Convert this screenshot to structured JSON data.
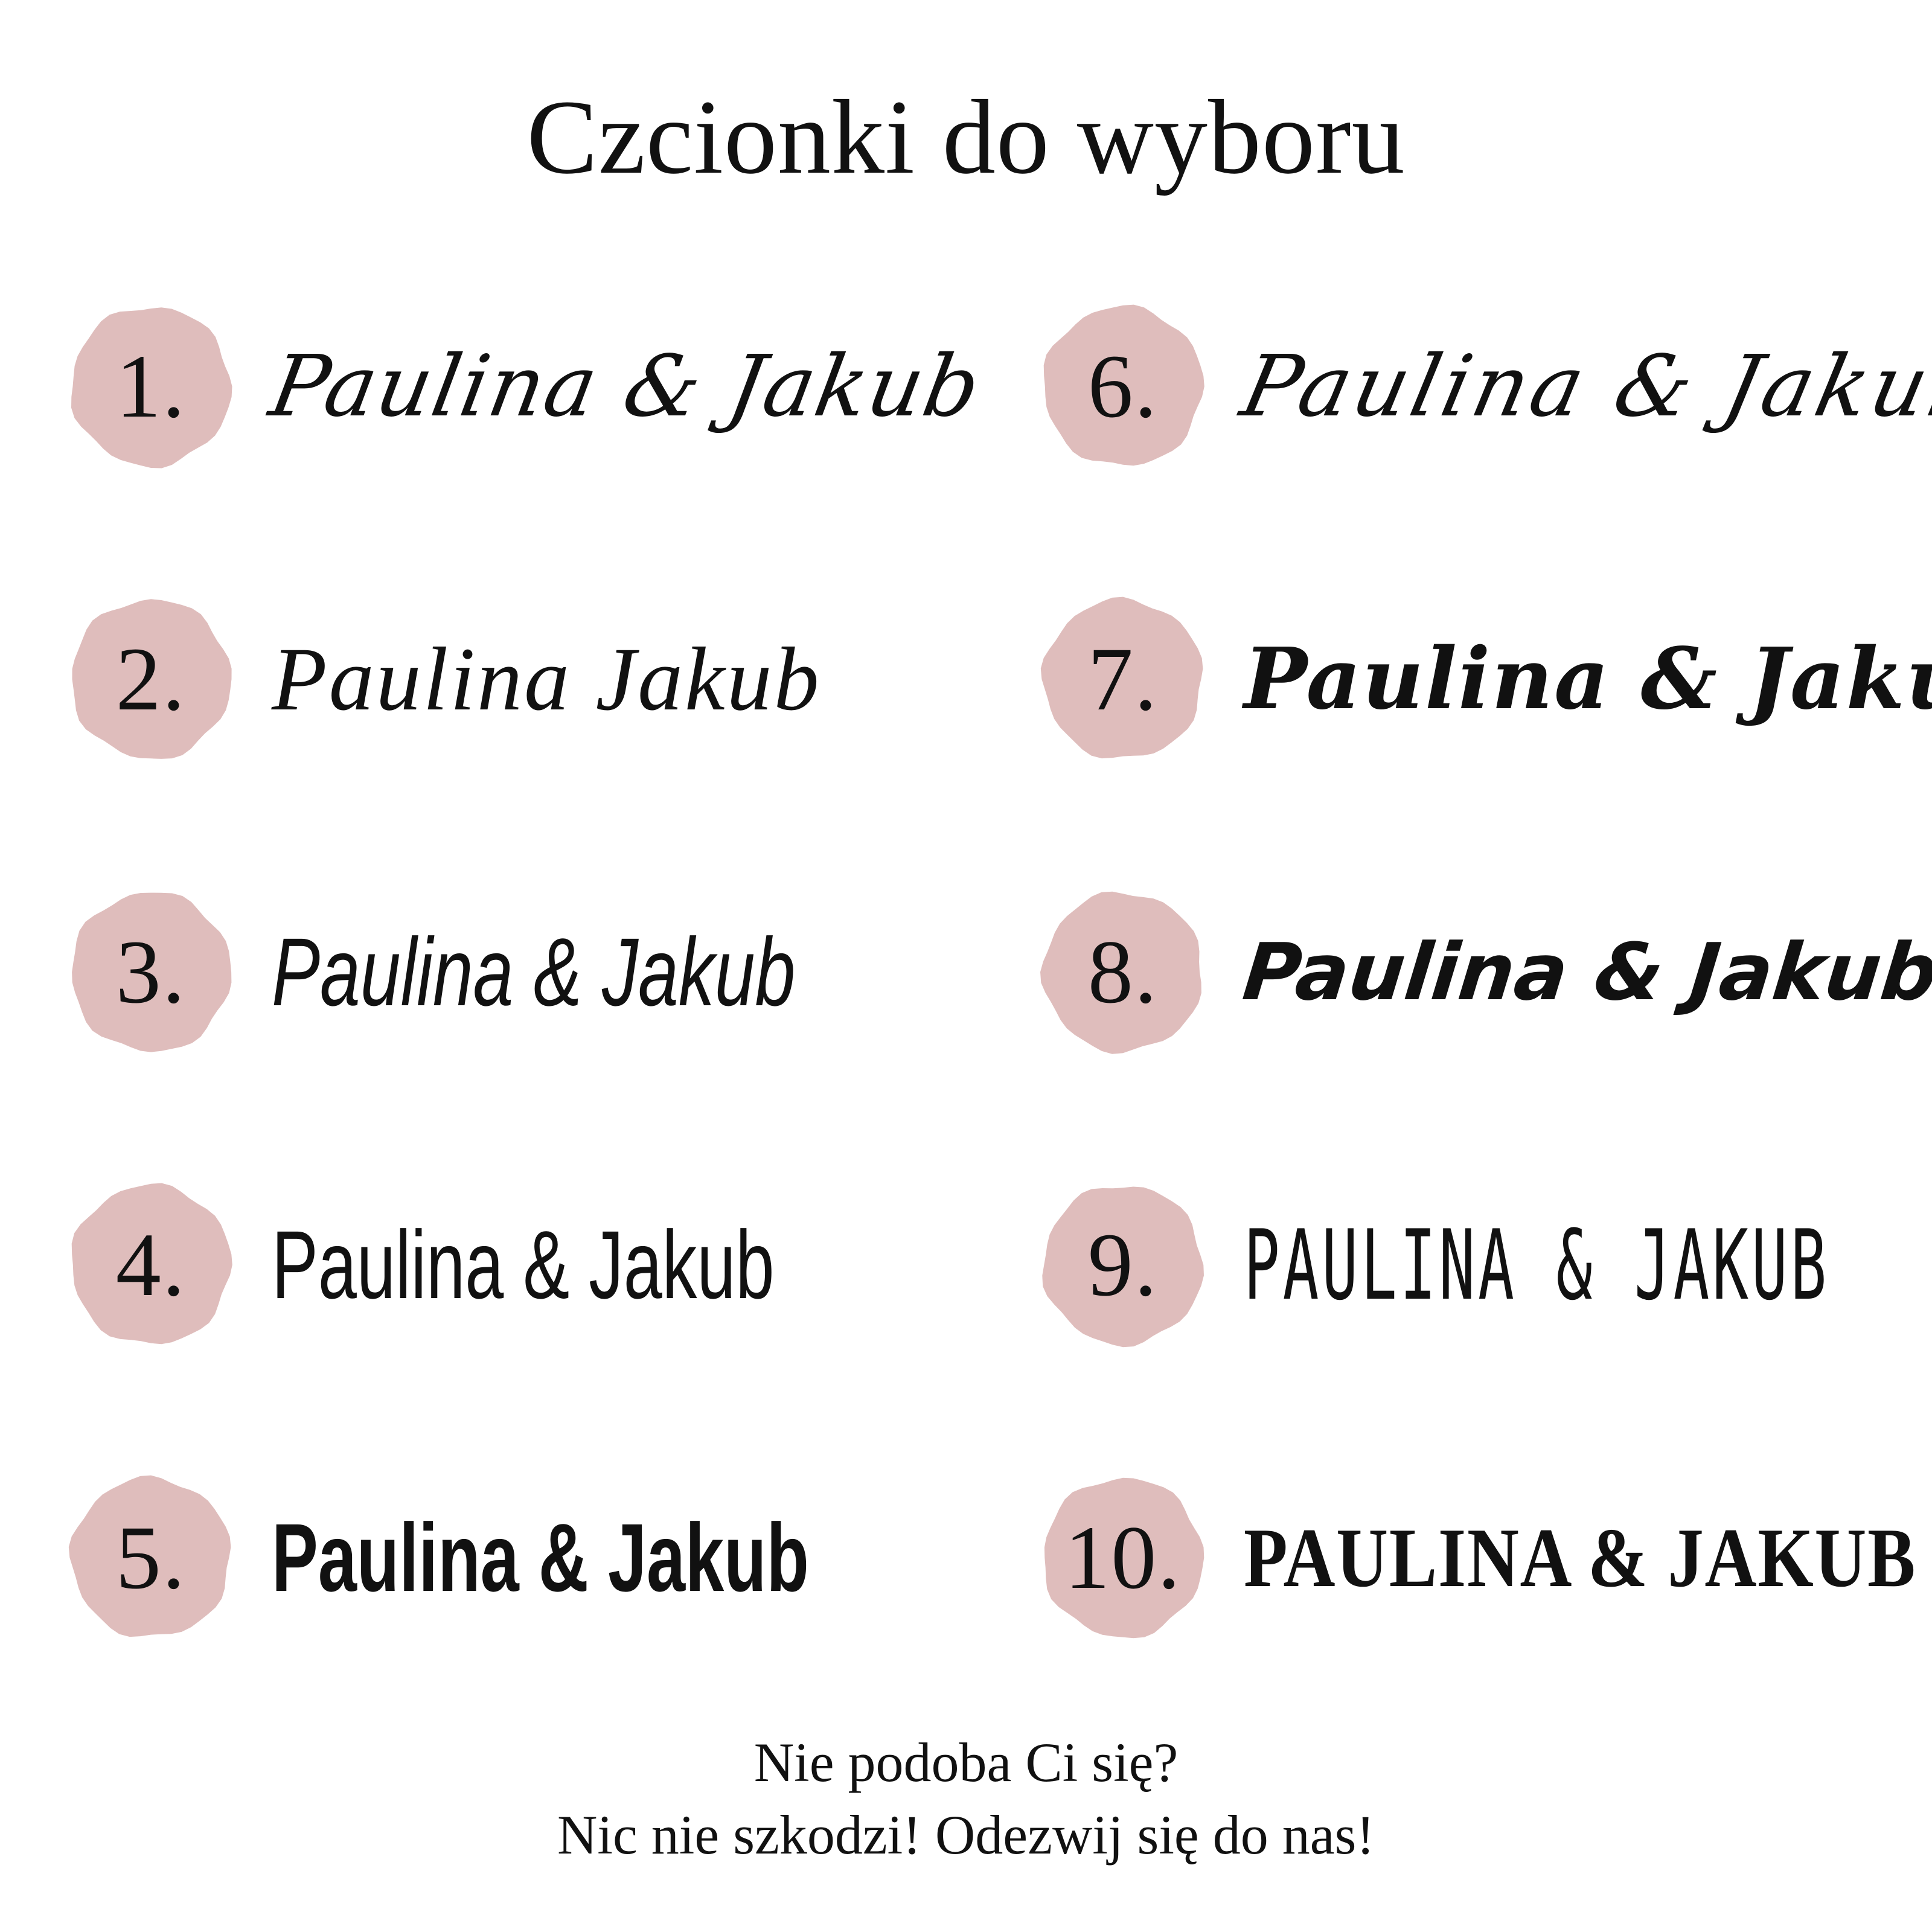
{
  "title": "Czcionki do wyboru",
  "badge_color": "#dfbdbc",
  "text_color": "#111111",
  "options_left": [
    {
      "number": "1.",
      "sample": "Paulina & Jakub",
      "style": "f1"
    },
    {
      "number": "2.",
      "sample": "Paulina   Jakub",
      "style": "f2"
    },
    {
      "number": "3.",
      "sample": "Paulina & Jakub",
      "style": "f3"
    },
    {
      "number": "4.",
      "sample": "Paulina & Jakub",
      "style": "f4"
    },
    {
      "number": "5.",
      "sample": "Paulina & Jakub",
      "style": "f5"
    }
  ],
  "options_right": [
    {
      "number": "6.",
      "sample": "Paulina & Jakub",
      "style": "f6"
    },
    {
      "number": "7.",
      "sample": "Paulina & Jakub",
      "style": "f7"
    },
    {
      "number": "8.",
      "sample": "Paulina & Jakub",
      "style": "f8"
    },
    {
      "number": "9.",
      "sample": "PAULINA & JAKUB",
      "style": "f9"
    },
    {
      "number": "10.",
      "sample": "PAULINA & JAKUB",
      "style": "f10"
    }
  ],
  "footer": {
    "line1": "Nie podoba Ci się?",
    "line2": "Nic nie szkodzi! Odezwij się do nas!"
  }
}
